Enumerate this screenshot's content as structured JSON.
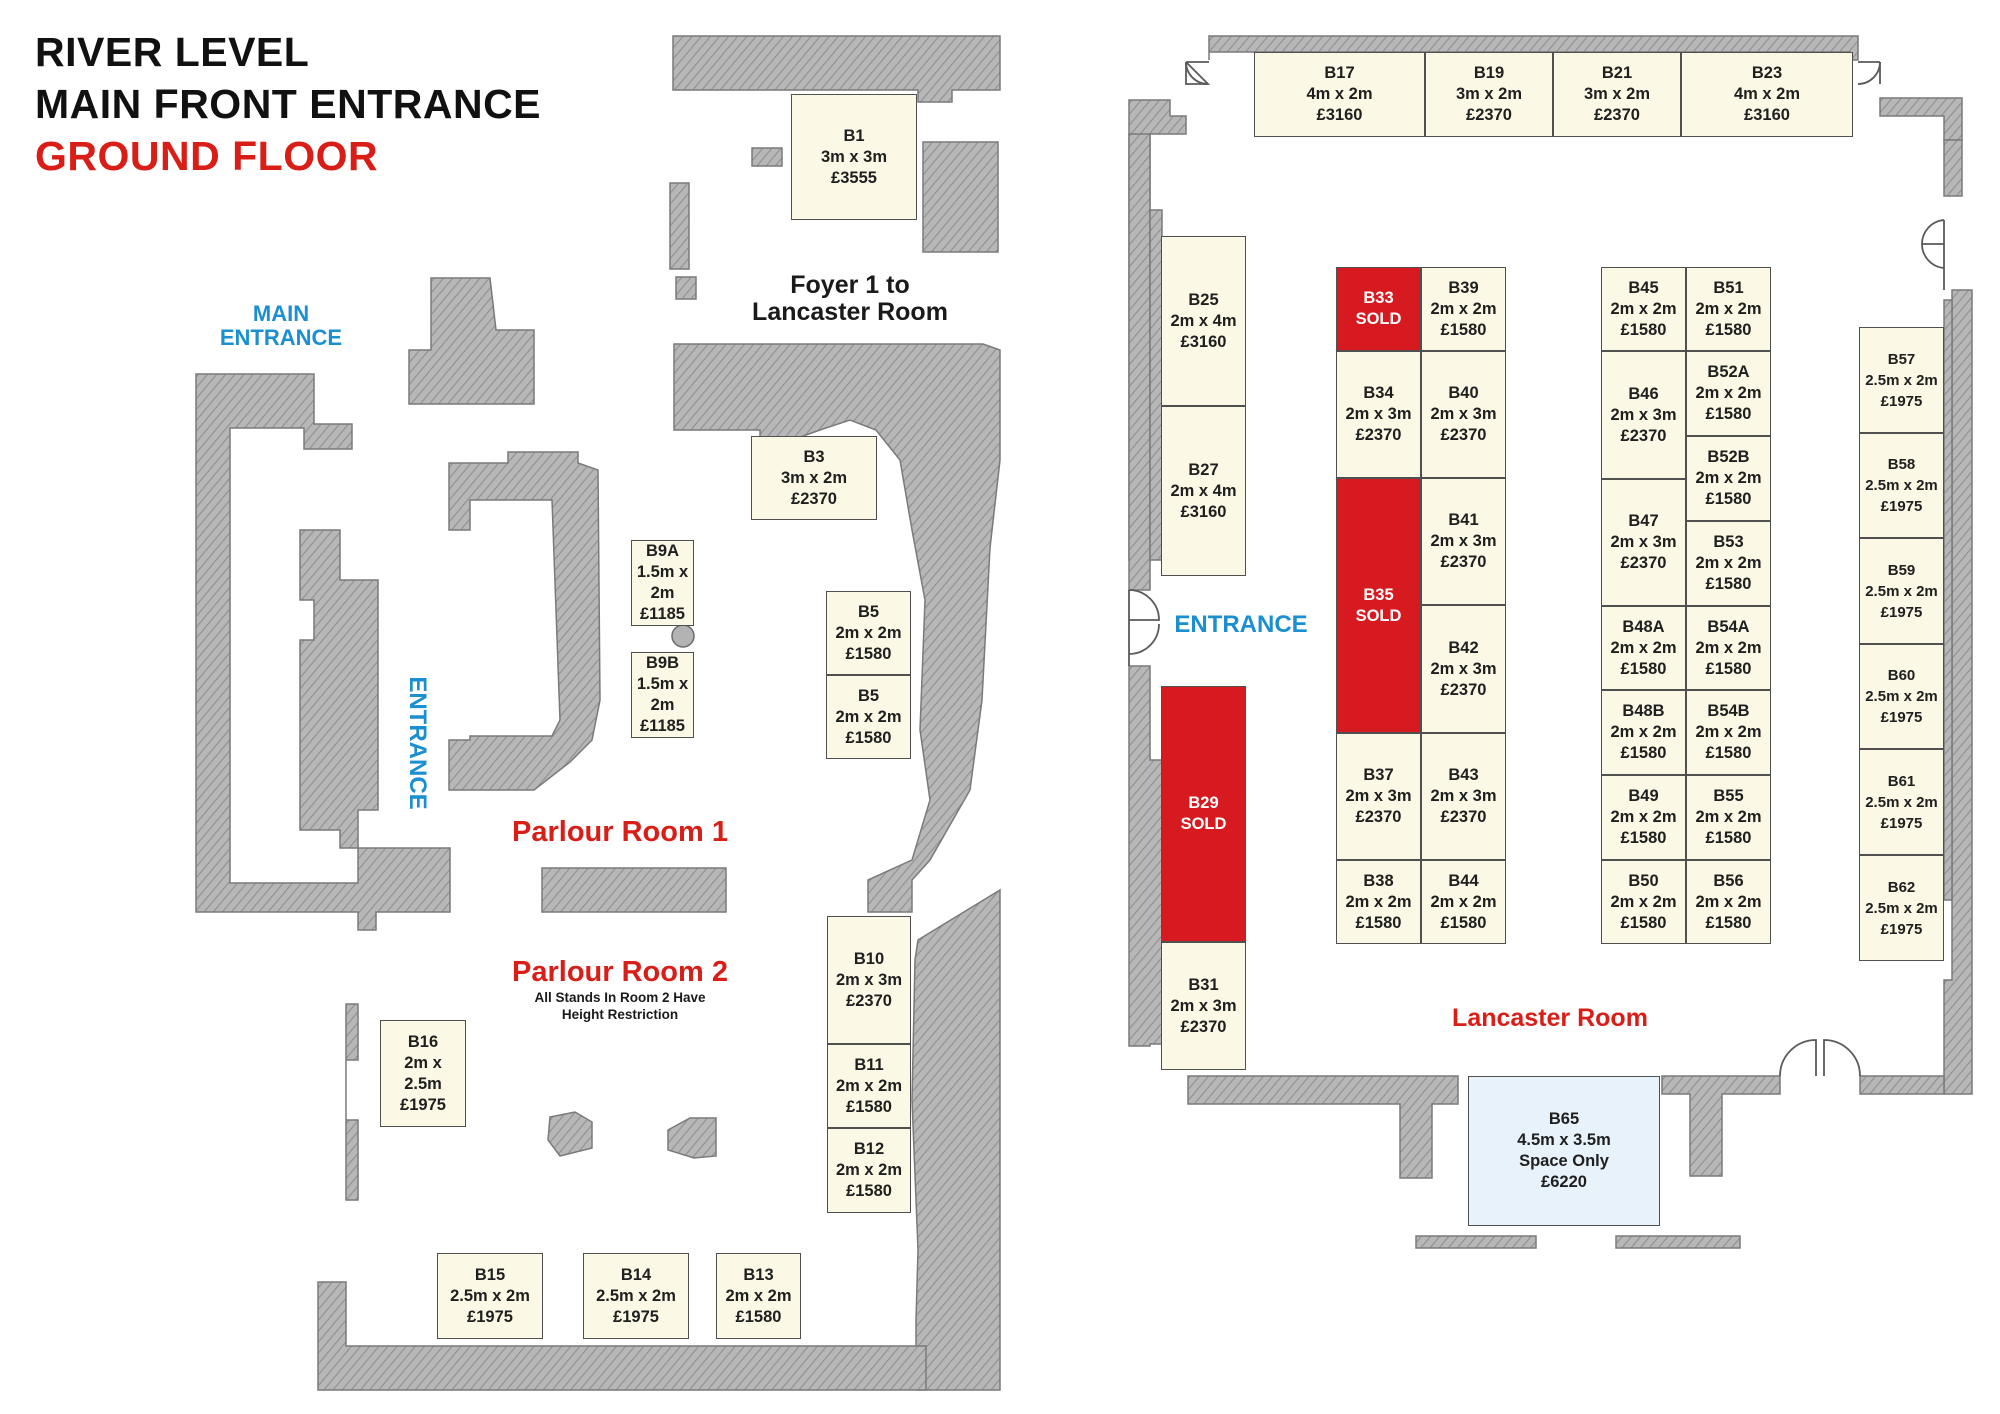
{
  "header": {
    "line1": "RIVER LEVEL",
    "line2": "MAIN FRONT ENTRANCE",
    "line3": "GROUND FLOOR",
    "accent_color": "#d91e18"
  },
  "labels": {
    "main_entrance_1": "MAIN",
    "main_entrance_2": "ENTRANCE",
    "left_entrance": "ENTRANCE",
    "right_entrance": "ENTRANCE",
    "foyer_1": "Foyer 1 to",
    "foyer_2": "Lancaster Room",
    "parlour1": "Parlour Room 1",
    "parlour2": "Parlour Room 2",
    "parlour2_note_1": "All Stands In Room 2 Have",
    "parlour2_note_2": "Height Restriction",
    "lancaster": "Lancaster Room",
    "entrance_color": "#1b8fd0",
    "room_color": "#d91e18"
  },
  "legend": {
    "sold_color": "#d71920",
    "available_color": "#fbf8e5",
    "space_only_color": "#e7f2fa"
  },
  "stands": [
    {
      "id": "b1",
      "lines": [
        "B1",
        "3m x 3m",
        "£3555"
      ]
    },
    {
      "id": "b3",
      "lines": [
        "B3",
        "3m x 2m",
        "£2370"
      ]
    },
    {
      "id": "b9a",
      "lines": [
        "B9A",
        "1.5m x",
        "2m",
        "£1185"
      ]
    },
    {
      "id": "b9b",
      "lines": [
        "B9B",
        "1.5m x",
        "2m",
        "£1185"
      ]
    },
    {
      "id": "b5a",
      "lines": [
        "B5",
        "2m x 2m",
        "£1580"
      ]
    },
    {
      "id": "b5b",
      "lines": [
        "B5",
        "2m x 2m",
        "£1580"
      ]
    },
    {
      "id": "b10",
      "lines": [
        "B10",
        "2m x 3m",
        "£2370"
      ]
    },
    {
      "id": "b11",
      "lines": [
        "B11",
        "2m x 2m",
        "£1580"
      ]
    },
    {
      "id": "b12",
      "lines": [
        "B12",
        "2m x 2m",
        "£1580"
      ]
    },
    {
      "id": "b16",
      "lines": [
        "B16",
        "2m x",
        "2.5m",
        "£1975"
      ]
    },
    {
      "id": "b15",
      "lines": [
        "B15",
        "2.5m x 2m",
        "£1975"
      ]
    },
    {
      "id": "b14",
      "lines": [
        "B14",
        "2.5m x 2m",
        "£1975"
      ]
    },
    {
      "id": "b13",
      "lines": [
        "B13",
        "2m x 2m",
        "£1580"
      ]
    },
    {
      "id": "b17",
      "lines": [
        "B17",
        "4m x 2m",
        "£3160"
      ]
    },
    {
      "id": "b19",
      "lines": [
        "B19",
        "3m x 2m",
        "£2370"
      ]
    },
    {
      "id": "b21",
      "lines": [
        "B21",
        "3m x 2m",
        "£2370"
      ]
    },
    {
      "id": "b23",
      "lines": [
        "B23",
        "4m x 2m",
        "£3160"
      ]
    },
    {
      "id": "b25",
      "lines": [
        "B25",
        "2m x 4m",
        "£3160"
      ]
    },
    {
      "id": "b27",
      "lines": [
        "B27",
        "2m x 4m",
        "£3160"
      ]
    },
    {
      "id": "b29",
      "lines": [
        "B29",
        "SOLD"
      ],
      "status": "sold"
    },
    {
      "id": "b31",
      "lines": [
        "B31",
        "2m x 3m",
        "£2370"
      ]
    },
    {
      "id": "b33",
      "lines": [
        "B33",
        "SOLD"
      ],
      "status": "sold"
    },
    {
      "id": "b34",
      "lines": [
        "B34",
        "2m x 3m",
        "£2370"
      ]
    },
    {
      "id": "b35",
      "lines": [
        "B35",
        "SOLD"
      ],
      "status": "sold"
    },
    {
      "id": "b37",
      "lines": [
        "B37",
        "2m x 3m",
        "£2370"
      ]
    },
    {
      "id": "b38",
      "lines": [
        "B38",
        "2m x 2m",
        "£1580"
      ]
    },
    {
      "id": "b39",
      "lines": [
        "B39",
        "2m x 2m",
        "£1580"
      ]
    },
    {
      "id": "b40",
      "lines": [
        "B40",
        "2m x 3m",
        "£2370"
      ]
    },
    {
      "id": "b41",
      "lines": [
        "B41",
        "2m x 3m",
        "£2370"
      ]
    },
    {
      "id": "b42",
      "lines": [
        "B42",
        "2m x 3m",
        "£2370"
      ]
    },
    {
      "id": "b43",
      "lines": [
        "B43",
        "2m x 3m",
        "£2370"
      ]
    },
    {
      "id": "b44",
      "lines": [
        "B44",
        "2m x 2m",
        "£1580"
      ]
    },
    {
      "id": "b45",
      "lines": [
        "B45",
        "2m x 2m",
        "£1580"
      ]
    },
    {
      "id": "b46",
      "lines": [
        "B46",
        "2m x 3m",
        "£2370"
      ]
    },
    {
      "id": "b47",
      "lines": [
        "B47",
        "2m x 3m",
        "£2370"
      ]
    },
    {
      "id": "b48a",
      "lines": [
        "B48A",
        "2m x 2m",
        "£1580"
      ]
    },
    {
      "id": "b48b",
      "lines": [
        "B48B",
        "2m x 2m",
        "£1580"
      ]
    },
    {
      "id": "b49",
      "lines": [
        "B49",
        "2m x 2m",
        "£1580"
      ]
    },
    {
      "id": "b50",
      "lines": [
        "B50",
        "2m x 2m",
        "£1580"
      ]
    },
    {
      "id": "b51",
      "lines": [
        "B51",
        "2m x 2m",
        "£1580"
      ]
    },
    {
      "id": "b52a",
      "lines": [
        "B52A",
        "2m x 2m",
        "£1580"
      ]
    },
    {
      "id": "b52b",
      "lines": [
        "B52B",
        "2m x 2m",
        "£1580"
      ]
    },
    {
      "id": "b53",
      "lines": [
        "B53",
        "2m x 2m",
        "£1580"
      ]
    },
    {
      "id": "b54a",
      "lines": [
        "B54A",
        "2m x 2m",
        "£1580"
      ]
    },
    {
      "id": "b54b",
      "lines": [
        "B54B",
        "2m x 2m",
        "£1580"
      ]
    },
    {
      "id": "b55",
      "lines": [
        "B55",
        "2m x 2m",
        "£1580"
      ]
    },
    {
      "id": "b56",
      "lines": [
        "B56",
        "2m x 2m",
        "£1580"
      ]
    },
    {
      "id": "b57",
      "lines": [
        "B57",
        "2.5m x 2m",
        "£1975"
      ]
    },
    {
      "id": "b58",
      "lines": [
        "B58",
        "2.5m x 2m",
        "£1975"
      ]
    },
    {
      "id": "b59",
      "lines": [
        "B59",
        "2.5m x 2m",
        "£1975"
      ]
    },
    {
      "id": "b60",
      "lines": [
        "B60",
        "2.5m x 2m",
        "£1975"
      ]
    },
    {
      "id": "b61",
      "lines": [
        "B61",
        "2.5m x 2m",
        "£1975"
      ]
    },
    {
      "id": "b62",
      "lines": [
        "B62",
        "2.5m x 2m",
        "£1975"
      ]
    },
    {
      "id": "b65",
      "lines": [
        "B65",
        "4.5m x 3.5m",
        "Space Only",
        "£6220"
      ],
      "status": "space"
    }
  ]
}
